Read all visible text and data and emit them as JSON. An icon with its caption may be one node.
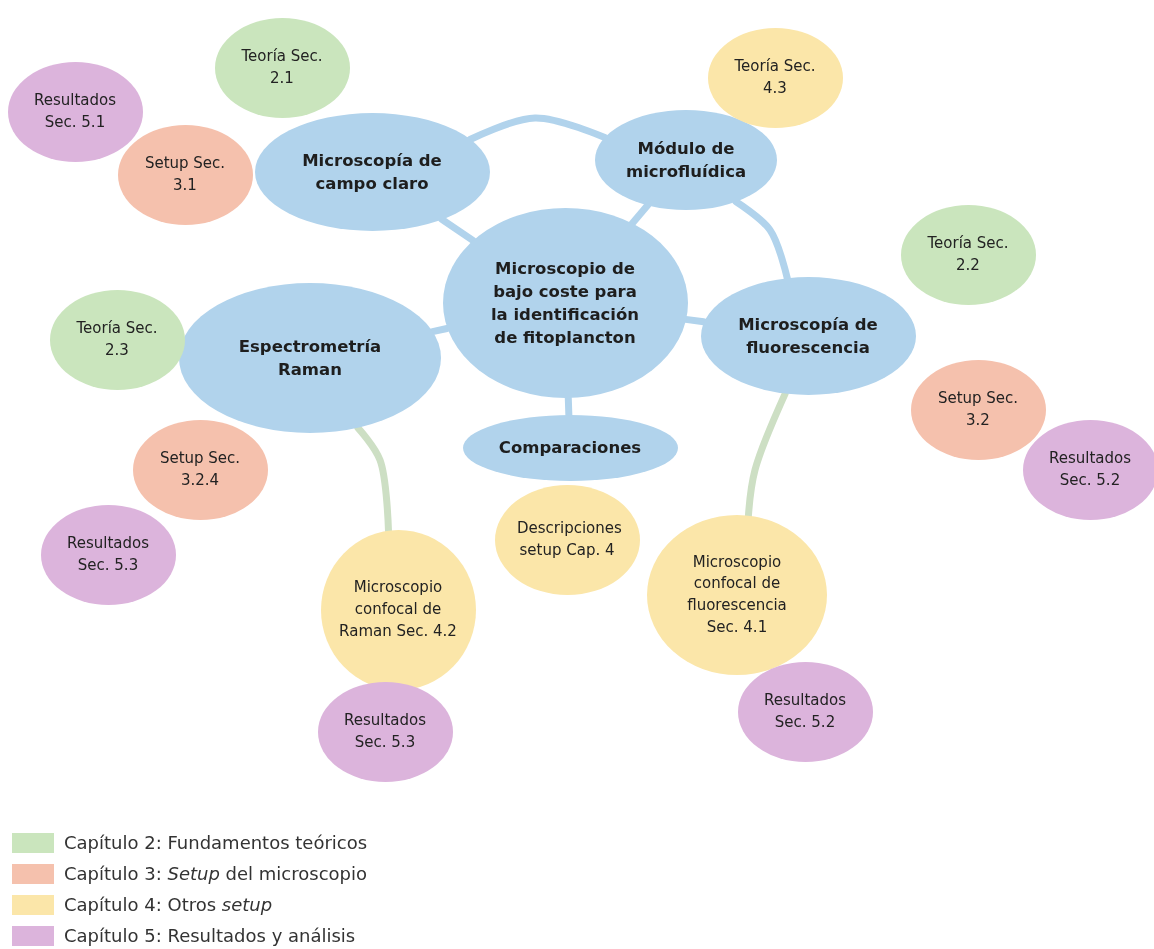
{
  "diagram": {
    "nodes": [
      {
        "text": [
          "Microscopio de bajo coste para la identificación de fitoplancton"
        ]
      },
      {
        "text": [
          "Microscopía de campo claro"
        ]
      },
      {
        "text": [
          "Módulo de microfluídica"
        ]
      },
      {
        "text": [
          "Microscopía de fluorescencia"
        ]
      },
      {
        "text": [
          "Espectrometría Raman"
        ]
      },
      {
        "text": [
          "Comparaciones"
        ]
      },
      {
        "text": [
          "Teoría Sec. 2.1"
        ]
      },
      {
        "text": [
          "Resultados Sec. 5.1"
        ]
      },
      {
        "text": [
          "Setup Sec. 3.1"
        ]
      },
      {
        "text": [
          "Teoría Sec. 4.3"
        ]
      },
      {
        "text": [
          "Teoría Sec. 2.2"
        ]
      },
      {
        "text": [
          "Setup Sec. 3.2"
        ]
      },
      {
        "text": [
          "Resultados Sec. 5.2"
        ]
      },
      {
        "text": [
          "Teoría Sec. 2.3"
        ]
      },
      {
        "text": [
          "Setup Sec. 3.2.4"
        ]
      },
      {
        "text": [
          "Resultados Sec. 5.3"
        ]
      },
      {
        "text": [
          "Microscopio confocal de Raman Sec. 4.2"
        ]
      },
      {
        "text": [
          "Descripciones setup Cap. 4"
        ]
      },
      {
        "text": [
          "Microscopio confocal de fluorescencia Sec. 4.1"
        ]
      },
      {
        "text": [
          "Resultados Sec. 5.3"
        ]
      },
      {
        "text": [
          "Resultados Sec. 5.2"
        ]
      }
    ],
    "edges": [
      {
        "from": 0,
        "to": 1,
        "arrow": "none"
      },
      {
        "from": 0,
        "to": 2,
        "arrow": "none"
      },
      {
        "from": 0,
        "to": 3,
        "arrow": "none"
      },
      {
        "from": 0,
        "to": 4,
        "arrow": "none"
      },
      {
        "from": 0,
        "to": 5,
        "arrow": "none"
      },
      {
        "from": 1,
        "to": 2,
        "arrow": "none"
      },
      {
        "from": 2,
        "to": 3,
        "arrow": "none"
      },
      {
        "from": 4,
        "to": 16,
        "arrow": "none",
        "color": "#cddfc4"
      },
      {
        "from": 3,
        "to": 18,
        "arrow": "none",
        "color": "#cddfc4"
      }
    ],
    "legend": [
      {
        "text": "Capítulo 2: Fundamentos teóricos",
        "color": "#cae5bd"
      },
      {
        "text": "Capítulo 3: *Setup* del microscopio",
        "color": "#f5c1ad"
      },
      {
        "text": "Capítulo 4: Otros *setup*",
        "color": "#fbe6a9"
      },
      {
        "text": "Capítulo 5: Resultados y análisis",
        "color": "#dcb4dc"
      }
    ]
  }
}
